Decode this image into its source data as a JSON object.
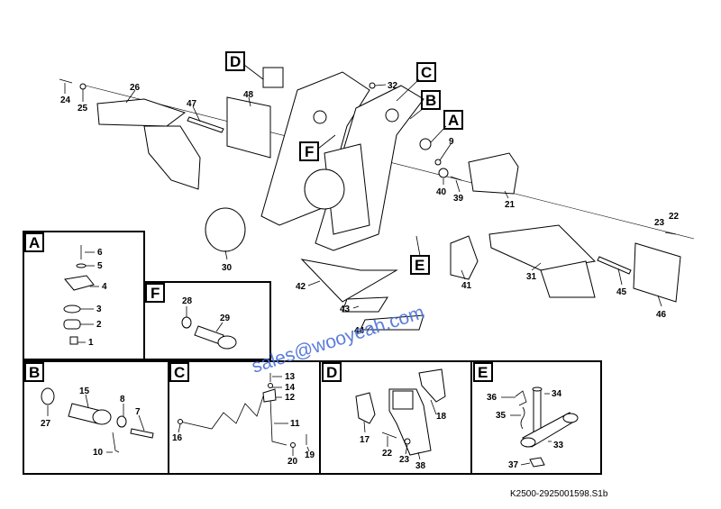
{
  "callouts": {
    "main": [
      "24",
      "25",
      "26",
      "47",
      "48",
      "32",
      "9",
      "40",
      "39",
      "21",
      "23",
      "22",
      "30",
      "42",
      "43",
      "44",
      "41",
      "31",
      "45",
      "46"
    ],
    "detail_a": [
      "6",
      "5",
      "4",
      "3",
      "2",
      "1"
    ],
    "detail_f": [
      "28",
      "29"
    ],
    "detail_b": [
      "15",
      "27",
      "8",
      "7",
      "10"
    ],
    "detail_c": [
      "13",
      "14",
      "12",
      "11",
      "16",
      "20",
      "19"
    ],
    "detail_d": [
      "18",
      "17",
      "22",
      "23",
      "38"
    ],
    "detail_e": [
      "34",
      "36",
      "35",
      "33",
      "37"
    ]
  },
  "view_letters": {
    "A": "A",
    "B": "B",
    "C": "C",
    "D": "D",
    "E": "E",
    "F": "F"
  },
  "watermark": "sales@wooyeah.com",
  "reference": "K2500-2925001598.S1b"
}
